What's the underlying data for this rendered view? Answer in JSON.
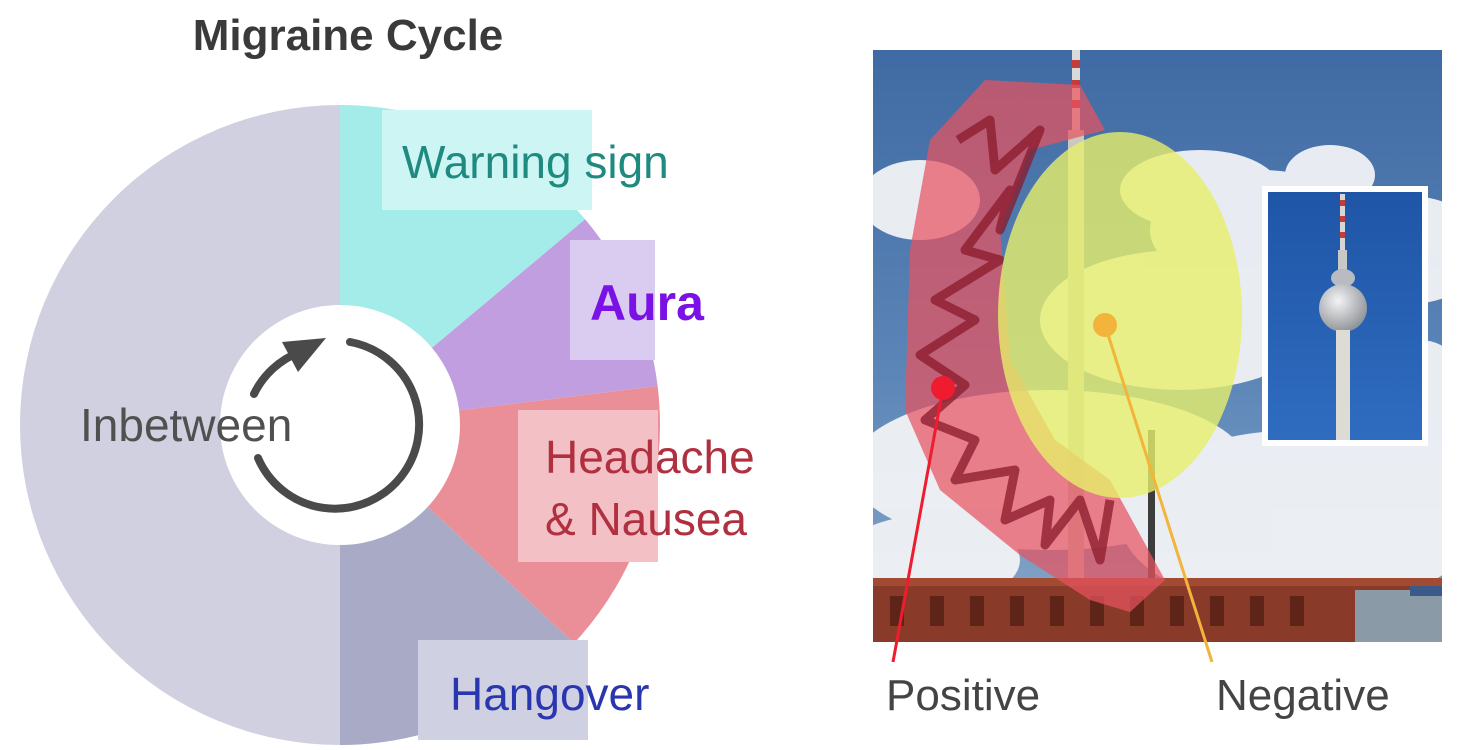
{
  "cycle": {
    "title": "Migraine Cycle",
    "center_label": "Inbetween",
    "segments": [
      {
        "name": "Warning sign",
        "color": "#a4ecea",
        "label_color": "#1e8a80",
        "label_bg": "#cdf5f3"
      },
      {
        "name": "Aura",
        "color": "#c09ee0",
        "label_color": "#7a12e6",
        "label_bg": "#dacbf0"
      },
      {
        "name": "Headache & Nausea",
        "lines": [
          "Headache",
          "& Nausea"
        ],
        "color": "#ea8f98",
        "label_color": "#b03040",
        "label_bg": "#f2c0c5"
      },
      {
        "name": "Hangover",
        "color": "#a8aac6",
        "label_color": "#2a36b0",
        "label_bg": "#cfd1e2"
      },
      {
        "name": "Inbetween",
        "color": "#d0d0e0",
        "label_color": "#505050"
      }
    ],
    "arrow_icon": "cycle-arrow-icon"
  },
  "photo": {
    "subject": "tv-tower-photo",
    "inset_icon": "tv-tower-inset",
    "positive_label": "Positive",
    "negative_label": "Negative",
    "positive_color": "#ee1c2e",
    "negative_color": "#f2b43a",
    "positive_region_color": "#e8535f",
    "negative_region_color": "#e6ef6a"
  }
}
